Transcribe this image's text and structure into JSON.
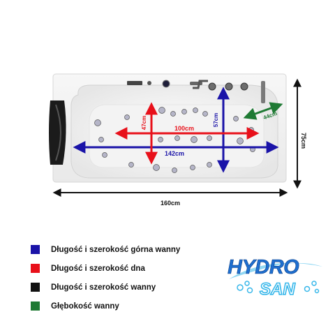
{
  "dimensions": {
    "top_length": "142cm",
    "top_width": "57cm",
    "bottom_length": "100cm",
    "bottom_width": "47cm",
    "outer_length": "160cm",
    "outer_width": "75cm",
    "depth": "44cm"
  },
  "colors": {
    "top": "#1a13a8",
    "bottom": "#e8101a",
    "outer": "#111111",
    "depth": "#1f7a34",
    "logo_primary": "#1e6fd0",
    "logo_secondary": "#37b7ea"
  },
  "legend": [
    {
      "label": "Długość i szerokość górna wanny",
      "color": "#1a13a8"
    },
    {
      "label": "Długość i szerokość dna",
      "color": "#e8101a"
    },
    {
      "label": "Długość i szerokość wanny",
      "color": "#111111"
    },
    {
      "label": "Głębokość wanny",
      "color": "#1f7a34"
    }
  ],
  "logo": {
    "word1": "HYDRO",
    "word2": "SAN"
  }
}
